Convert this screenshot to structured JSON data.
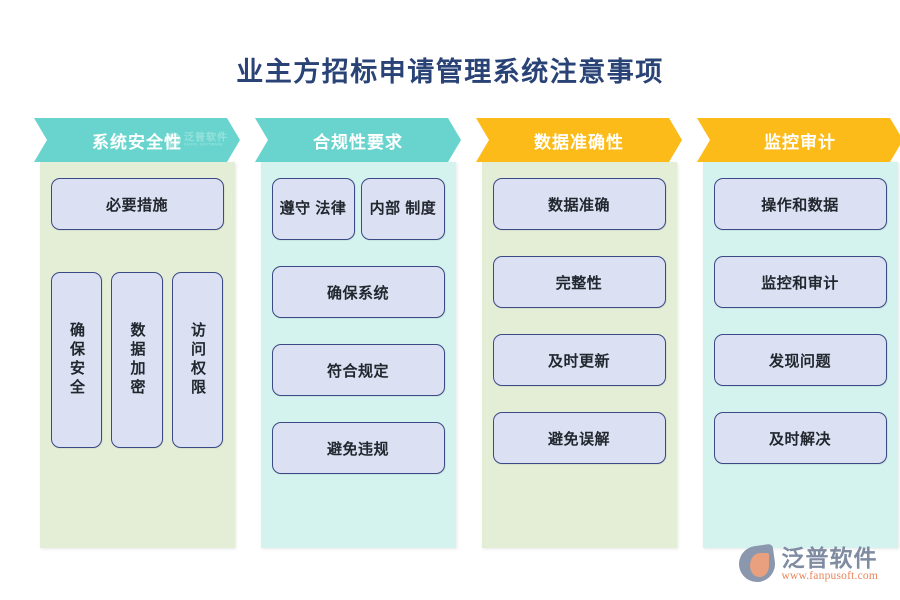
{
  "title": "业主方招标申请管理系统注意事项",
  "theme": {
    "title_color": "#2a4377",
    "banner_teal": "#68d4cd",
    "banner_amber": "#fcbb18",
    "panel_green": "#e4eed7",
    "panel_cyan": "#d4f2ee",
    "node_fill": "#dbe0f2",
    "node_border": "#3b4a86",
    "logo_orange": "#e8845a"
  },
  "columns": [
    {
      "banner": "系统安全性",
      "banner_color": "teal",
      "panel_color": "green",
      "watermark": {
        "cn": "泛普软件",
        "en": "FANPU SOFTWARE"
      },
      "top_nodes": [
        "必要措施"
      ],
      "tall_nodes": [
        "确保安全",
        "数据加密",
        "访问权限"
      ]
    },
    {
      "banner": "合规性要求",
      "banner_color": "teal",
      "panel_color": "cyan",
      "pair_nodes": [
        "遵守\n法律",
        "内部\n制度"
      ],
      "nodes": [
        "确保系统",
        "符合规定",
        "避免违规"
      ]
    },
    {
      "banner": "数据准确性",
      "banner_color": "amber",
      "panel_color": "green",
      "nodes": [
        "数据准确",
        "完整性",
        "及时更新",
        "避免误解"
      ]
    },
    {
      "banner": "监控审计",
      "banner_color": "amber",
      "panel_color": "cyan",
      "nodes": [
        "操作和数据",
        "监控和审计",
        "发现问题",
        "及时解决"
      ]
    }
  ],
  "logo": {
    "name": "泛普软件",
    "url": "www.fanpusoft.com"
  }
}
